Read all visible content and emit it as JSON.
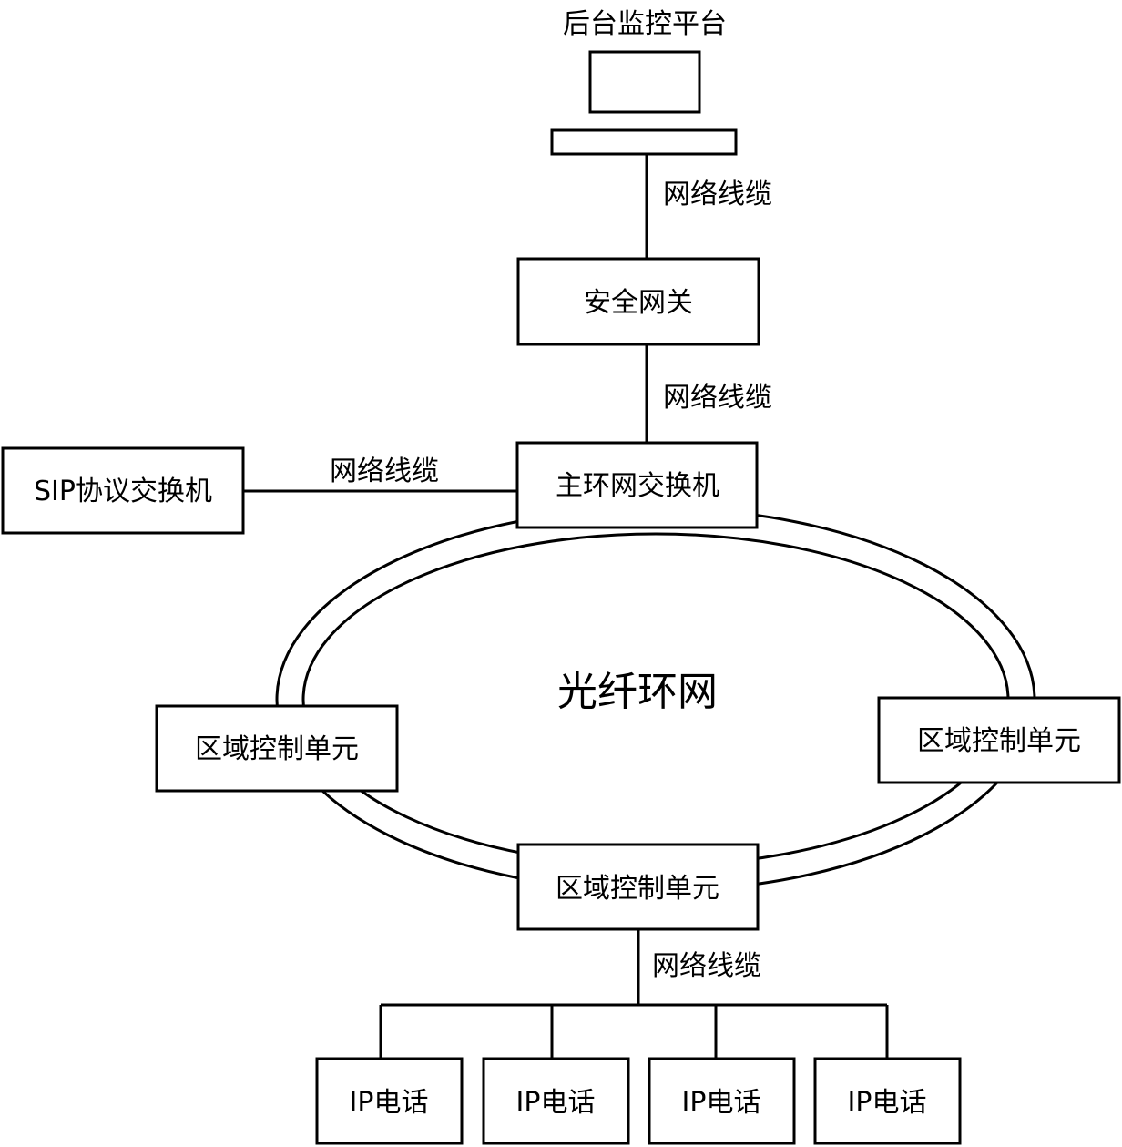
{
  "title": "后台监控平台",
  "cable_label": "网络线缆",
  "nodes": {
    "security_gateway": "安全网关",
    "main_ring_switch": "主环网交换机",
    "sip_switch": "SIP协议交换机",
    "zone_control_left": "区域控制单元",
    "zone_control_right": "区域控制单元",
    "zone_control_bottom": "区域控制单元"
  },
  "ring_label": "光纤环网",
  "phones": [
    "IP电话",
    "IP电话",
    "IP电话",
    "IP电话"
  ]
}
